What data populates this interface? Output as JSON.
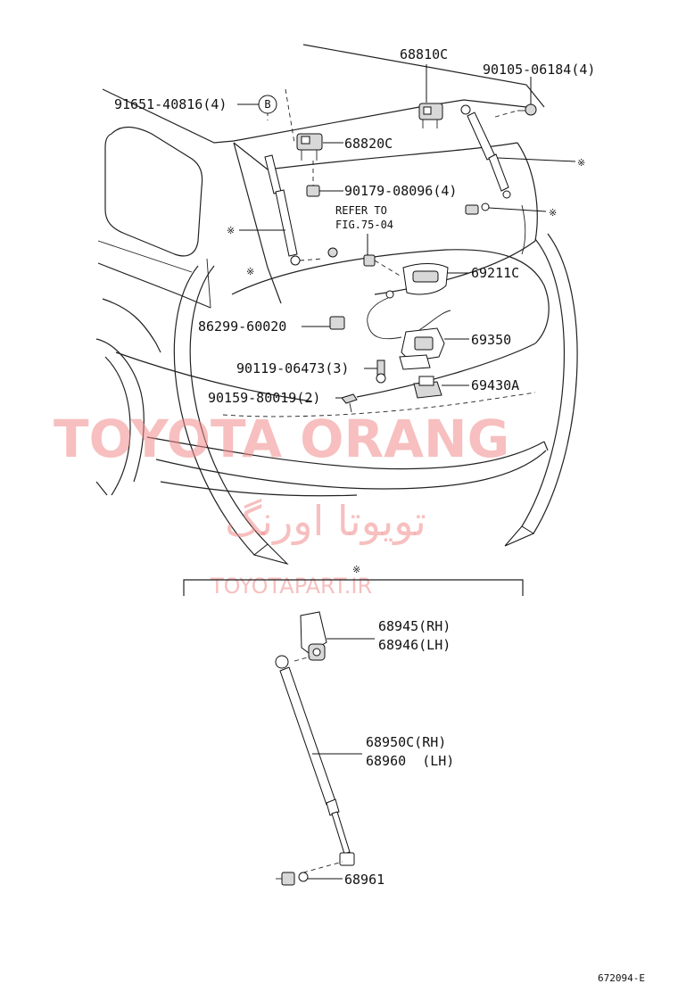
{
  "parts": {
    "p68810c": "68810C",
    "p90105": "90105-06184(4)",
    "p91651": "91651-40816(4)",
    "badge_b": "B",
    "p68820c": "68820C",
    "p90179": "90179-08096(4)",
    "refer_line1": "REFER TO",
    "refer_line2": "FIG.75-04",
    "p69211c": "69211C",
    "p86299": "86299-60020",
    "p69350": "69350",
    "p90119": "90119-06473(3)",
    "p69430a": "69430A",
    "p90159": "90159-80019(2)",
    "p68945": "68945(RH)",
    "p68946": "68946(LH)",
    "p68950c": "68950C(RH)",
    "p68960": "68960  (LH)",
    "p68961": "68961"
  },
  "marks": {
    "reference_mark": "※"
  },
  "watermark": {
    "brand": "TOYOTA ORANG",
    "persian": "تویوتا اورنگ",
    "url": "TOYOTAPART.IR"
  },
  "figure_code": "672094-E",
  "colors": {
    "line": "#222222",
    "watermark": "#f08a8a",
    "background": "#ffffff"
  }
}
